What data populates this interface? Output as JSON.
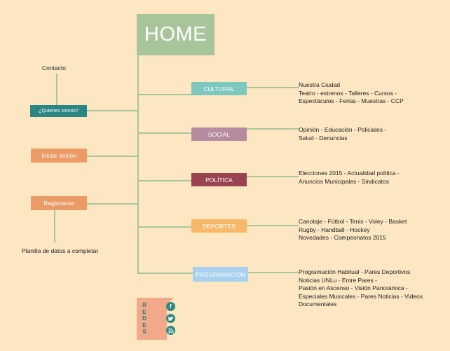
{
  "home": {
    "label": "HOME"
  },
  "left": {
    "contacto": "Contacto",
    "quienes": "¿Quienes somos?",
    "iniciar": "Iniciar sesión",
    "registrarse": "Registrarse",
    "planilla": "Planilla de datos a completar"
  },
  "sections": [
    {
      "label": "CULTURAL",
      "color": "#7cc7be",
      "lines": [
        "Nuestra Ciudad",
        "Teatro - estrenos - Talleres - Cursos -",
        "Espectáculos - Ferias - Muestras - CCP"
      ]
    },
    {
      "label": "SOCIAL",
      "color": "#b68aa0",
      "lines": [
        "Opinión - Educación - Policiales -",
        "Salud - Denuncias"
      ]
    },
    {
      "label": "POLÍTICA",
      "color": "#9a4350",
      "lines": [
        "Elecciones 2015 - Actualidad política -",
        "Anuncios Municipales - Sindicatos"
      ]
    },
    {
      "label": "DEPORTES",
      "color": "#f7b86a",
      "lines": [
        "Canotaje - Fútbol - Tenis - Voley - Basket",
        "Rugby - Handball - Hockey",
        "Novedades - Campeonatos 2015"
      ]
    },
    {
      "label": "PROGRAMACIÓN",
      "color": "#a8d1f0",
      "lines": [
        "Programación Habitual - Pares Deportivos",
        "Noticias UNLu - Entre Pares -",
        "Pasión en Ascenso - Visión Panorámica -",
        "Especiales Musicales - Pares Noticias - Videos",
        "Documentales"
      ]
    }
  ],
  "redes": {
    "letters": [
      "R",
      "E",
      "D",
      "E",
      "S"
    ],
    "icons": [
      "f",
      "t",
      "rss"
    ]
  }
}
